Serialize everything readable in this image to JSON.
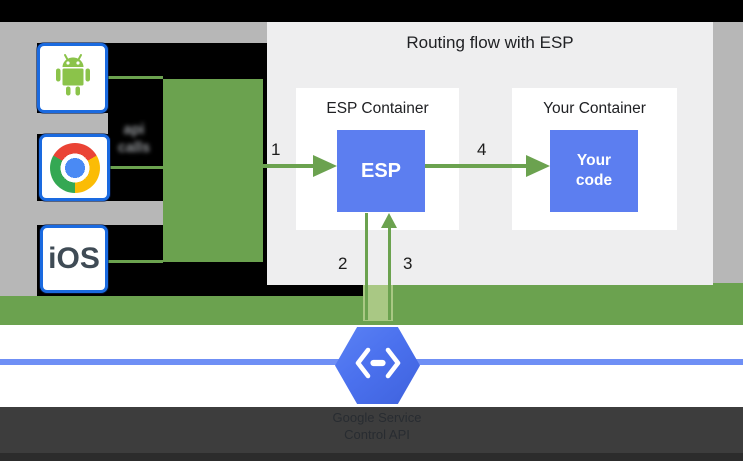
{
  "panel": {
    "title": "Routing flow with ESP"
  },
  "clients": {
    "android_icon": "android-robot",
    "chrome_icon": "chrome-browser",
    "ios_label": "iOS"
  },
  "api_calls": {
    "line1": "api",
    "line2": "calls"
  },
  "esp_container": {
    "title": "ESP Container",
    "box_label": "ESP"
  },
  "your_container": {
    "title": "Your Container",
    "box_line1": "Your",
    "box_line2": "code"
  },
  "steps": {
    "s1": "1",
    "s2": "2",
    "s3": "3",
    "s4": "4"
  },
  "endpoints": {
    "icon": "cloud-endpoints-hexagon",
    "caption_line1": "Google Service",
    "caption_line2": "Control API"
  },
  "colors": {
    "green": "#6ba24f",
    "green_light_corridor": "#a9c884",
    "blue_box": "#5c7ef0",
    "panel_bg": "#eeeeef",
    "gray_backdrop": "#b7b7b7",
    "hexagon_blue": "#4b71ee",
    "blue_line": "#6f8ff5",
    "dark_overlay_band": "#3d3d3d",
    "client_box_border": "#1a6ae0",
    "android_green": "#8bc34a"
  }
}
